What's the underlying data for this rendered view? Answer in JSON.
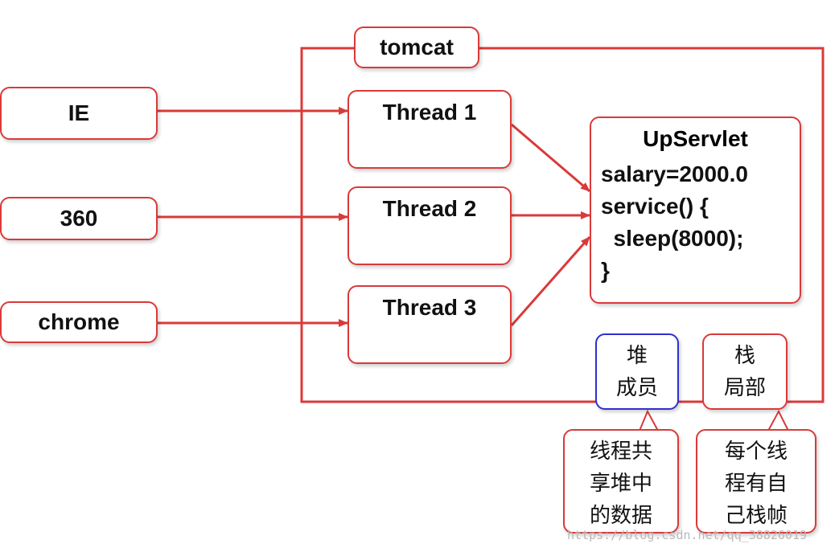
{
  "container": {
    "label": "tomcat"
  },
  "clients": [
    {
      "id": "ie",
      "label": "IE"
    },
    {
      "id": "360",
      "label": "360"
    },
    {
      "id": "chrome",
      "label": "chrome"
    }
  ],
  "threads": [
    {
      "label": "Thread 1"
    },
    {
      "label": "Thread 2"
    },
    {
      "label": "Thread 3"
    }
  ],
  "servlet": {
    "title": "UpServlet",
    "code": [
      "salary=2000.0",
      "service() {",
      "  sleep(8000);",
      "}"
    ]
  },
  "memory": {
    "heap_label": [
      "堆",
      "成员"
    ],
    "stack_label": [
      "栈",
      "局部"
    ]
  },
  "callouts": {
    "heap_note": [
      "线程共",
      "享堆中",
      "的数据"
    ],
    "stack_note": [
      "每个线",
      "程有自",
      "己栈帧"
    ]
  },
  "watermark": "https://blog.csdn.net/qq_38826019",
  "colors": {
    "accent": "#d93a3a",
    "heap_border": "#2f2fd1"
  }
}
